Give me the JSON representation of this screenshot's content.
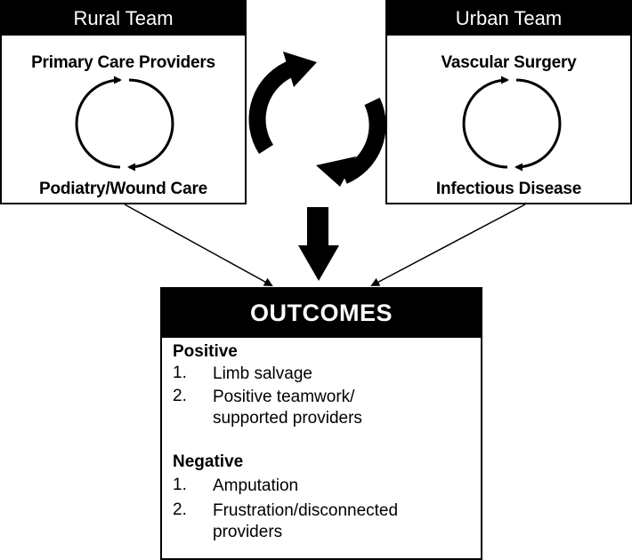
{
  "rural_team": {
    "title": "Rural Team",
    "member_top": "Primary Care Providers",
    "member_bottom": "Podiatry/Wound Care"
  },
  "urban_team": {
    "title": "Urban Team",
    "member_top": "Vascular Surgery",
    "member_bottom": "Infectious Disease"
  },
  "outcomes": {
    "title": "OUTCOMES",
    "positive": {
      "title": "Positive",
      "items": [
        {
          "num": "1.",
          "lines": [
            "Limb salvage"
          ]
        },
        {
          "num": "2.",
          "lines": [
            "Positive teamwork/",
            "supported providers"
          ]
        }
      ]
    },
    "negative": {
      "title": "Negative",
      "items": [
        {
          "num": "1.",
          "lines": [
            "Amputation"
          ]
        },
        {
          "num": "2.",
          "lines": [
            "Frustration/disconnected",
            "providers"
          ]
        }
      ]
    }
  },
  "colors": {
    "ink": "#000000",
    "paper": "#ffffff"
  }
}
